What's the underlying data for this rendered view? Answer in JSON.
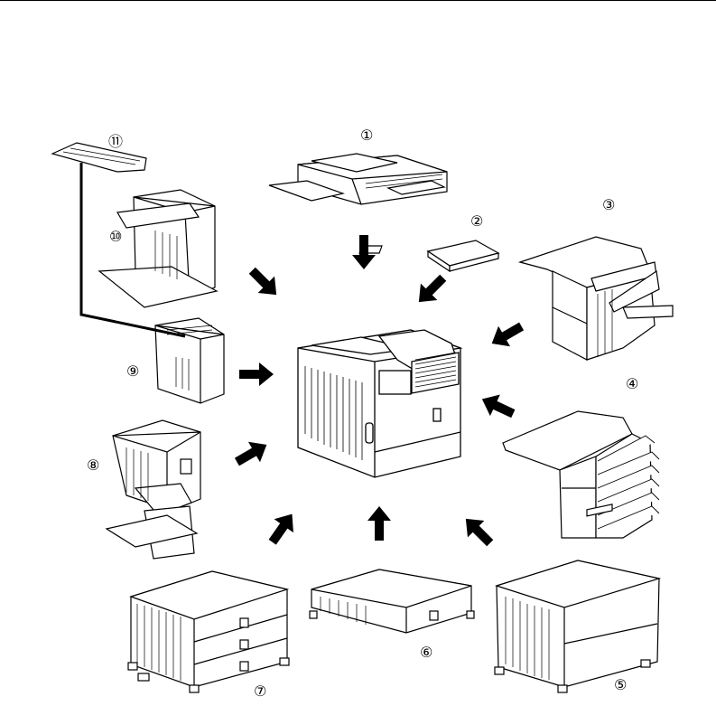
{
  "callouts": {
    "c1": "①",
    "c2": "②",
    "c3": "③",
    "c4": "④",
    "c5": "⑤",
    "c6": "⑥",
    "c7": "⑦",
    "c8": "⑧",
    "c9": "⑨",
    "c10": "⑩",
    "c11": "⑪"
  },
  "colors": {
    "line": "#000000",
    "fill": "#ffffff",
    "arrow": "#000000"
  }
}
